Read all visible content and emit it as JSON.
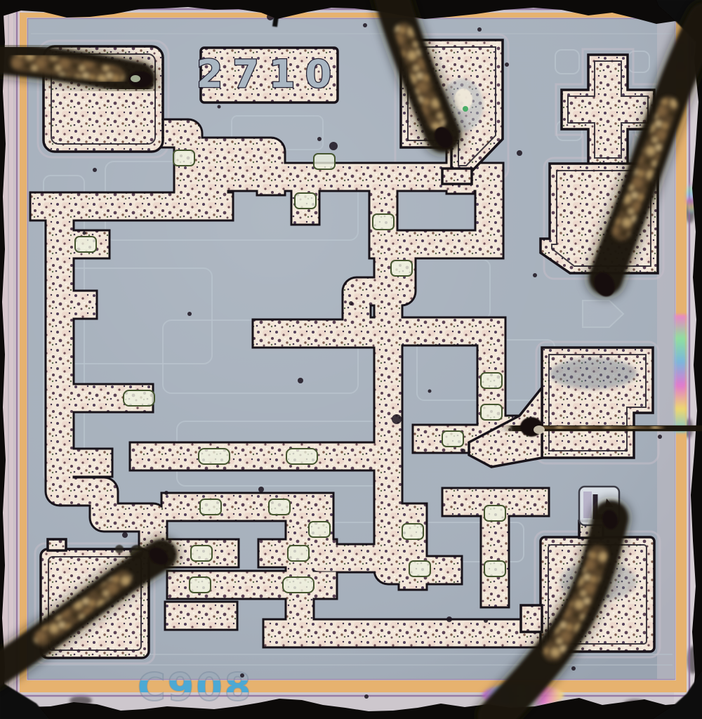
{
  "die": {
    "part_number": "2710",
    "mask_label": "C908",
    "description": "Optical microscope photograph of an integrated circuit die with six bonded wires"
  },
  "palette": {
    "surface": "#a6b0bc",
    "metal": "#f2e6d8",
    "metal_outline": "#171219",
    "oxide_line": "#bac4cd",
    "seal_orange": "#e6b26f",
    "seal_purple": "#8a6a9a",
    "margin": "#cdc7cd",
    "photo_edge": "#0c0a09",
    "wire_dark": "#1d150d",
    "wire_gold": "#c9a96f",
    "contact_fill": "#ecf0de",
    "contact_stroke": "#45552f",
    "stripe_text_blue": "#3fa9dd",
    "text_engraved": "#a9b6c2"
  },
  "features": {
    "label_plate_text": "2710",
    "mask_text": "C908",
    "bond_pads": [
      {
        "name": "top-left-pad"
      },
      {
        "name": "top-center-pad"
      },
      {
        "name": "cross-test-pad"
      },
      {
        "name": "right-upper-pad"
      },
      {
        "name": "right-middle-pad"
      },
      {
        "name": "bottom-right-pad"
      },
      {
        "name": "bottom-left-pad"
      }
    ],
    "bond_wires": [
      {
        "name": "wire-left-top"
      },
      {
        "name": "wire-top-center"
      },
      {
        "name": "wire-right-upper"
      },
      {
        "name": "wire-right-middle"
      },
      {
        "name": "wire-bottom-right"
      },
      {
        "name": "wire-bottom-left"
      }
    ]
  }
}
